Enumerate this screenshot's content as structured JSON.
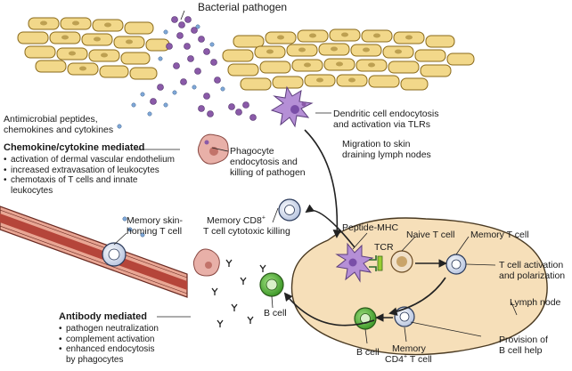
{
  "labels": {
    "bacterial_pathogen": "Bacterial pathogen",
    "antimicrobial_line1": "Antimicrobial peptides,",
    "antimicrobial_line2": "chemokines and cytokines",
    "dendritic_line1": "Dendritic cell endocytosis",
    "dendritic_line2": "and activation via TLRs",
    "migration_line1": "Migration to skin",
    "migration_line2": "draining lymph nodes",
    "phagocyte_line1": "Phagocyte",
    "phagocyte_line2": "endocytosis and",
    "phagocyte_line3": "killing of pathogen",
    "memory_skin_line1": "Memory skin-",
    "memory_skin_line2": "homing T cell",
    "cd8_line1_a": "Memory CD8",
    "cd8_sup": "+",
    "cd8_line2": "T cell cytotoxic killing",
    "peptide_mhc": "Peptide-MHC",
    "naive_t": "Naive T cell",
    "tcr": "TCR",
    "memory_t": "Memory T cell",
    "activation_line1": "T cell activation",
    "activation_line2": "and polarization",
    "lymph_node": "Lymph node",
    "provision_line1": "Provision of",
    "provision_line2": "B cell help",
    "b_cell_mid": "B cell",
    "b_cell_bottom": "B cell",
    "memory_cd4_line1": "Memory",
    "memory_cd4_line2a": "CD4",
    "cd4_sup": "+",
    "memory_cd4_line2b": " T cell"
  },
  "chemokine": {
    "heading": "Chemokine/cytokine mediated",
    "items": [
      "activation of dermal vascular endothelium",
      "increased extravasation of leukocytes",
      "chemotaxis of T cells and innate",
      "leukocytes"
    ]
  },
  "antibody": {
    "heading": "Antibody mediated",
    "items": [
      "pathogen neutralization",
      "complement activation",
      "enhanced endocytosis",
      "by phagocytes"
    ]
  },
  "colors": {
    "keratinocyte_fill": "#f2d88a",
    "keratinocyte_stroke": "#8a6a1a",
    "bacteria": "#8a5aa8",
    "dendritic": "#b58fd6",
    "phagocyte": "#e8b0a8",
    "tcell": "#dfe6f3",
    "bcell": "#6cc24a",
    "lymph_node": "#f6dfb9",
    "vessel": "#b5453a",
    "arrow": "#222222"
  }
}
